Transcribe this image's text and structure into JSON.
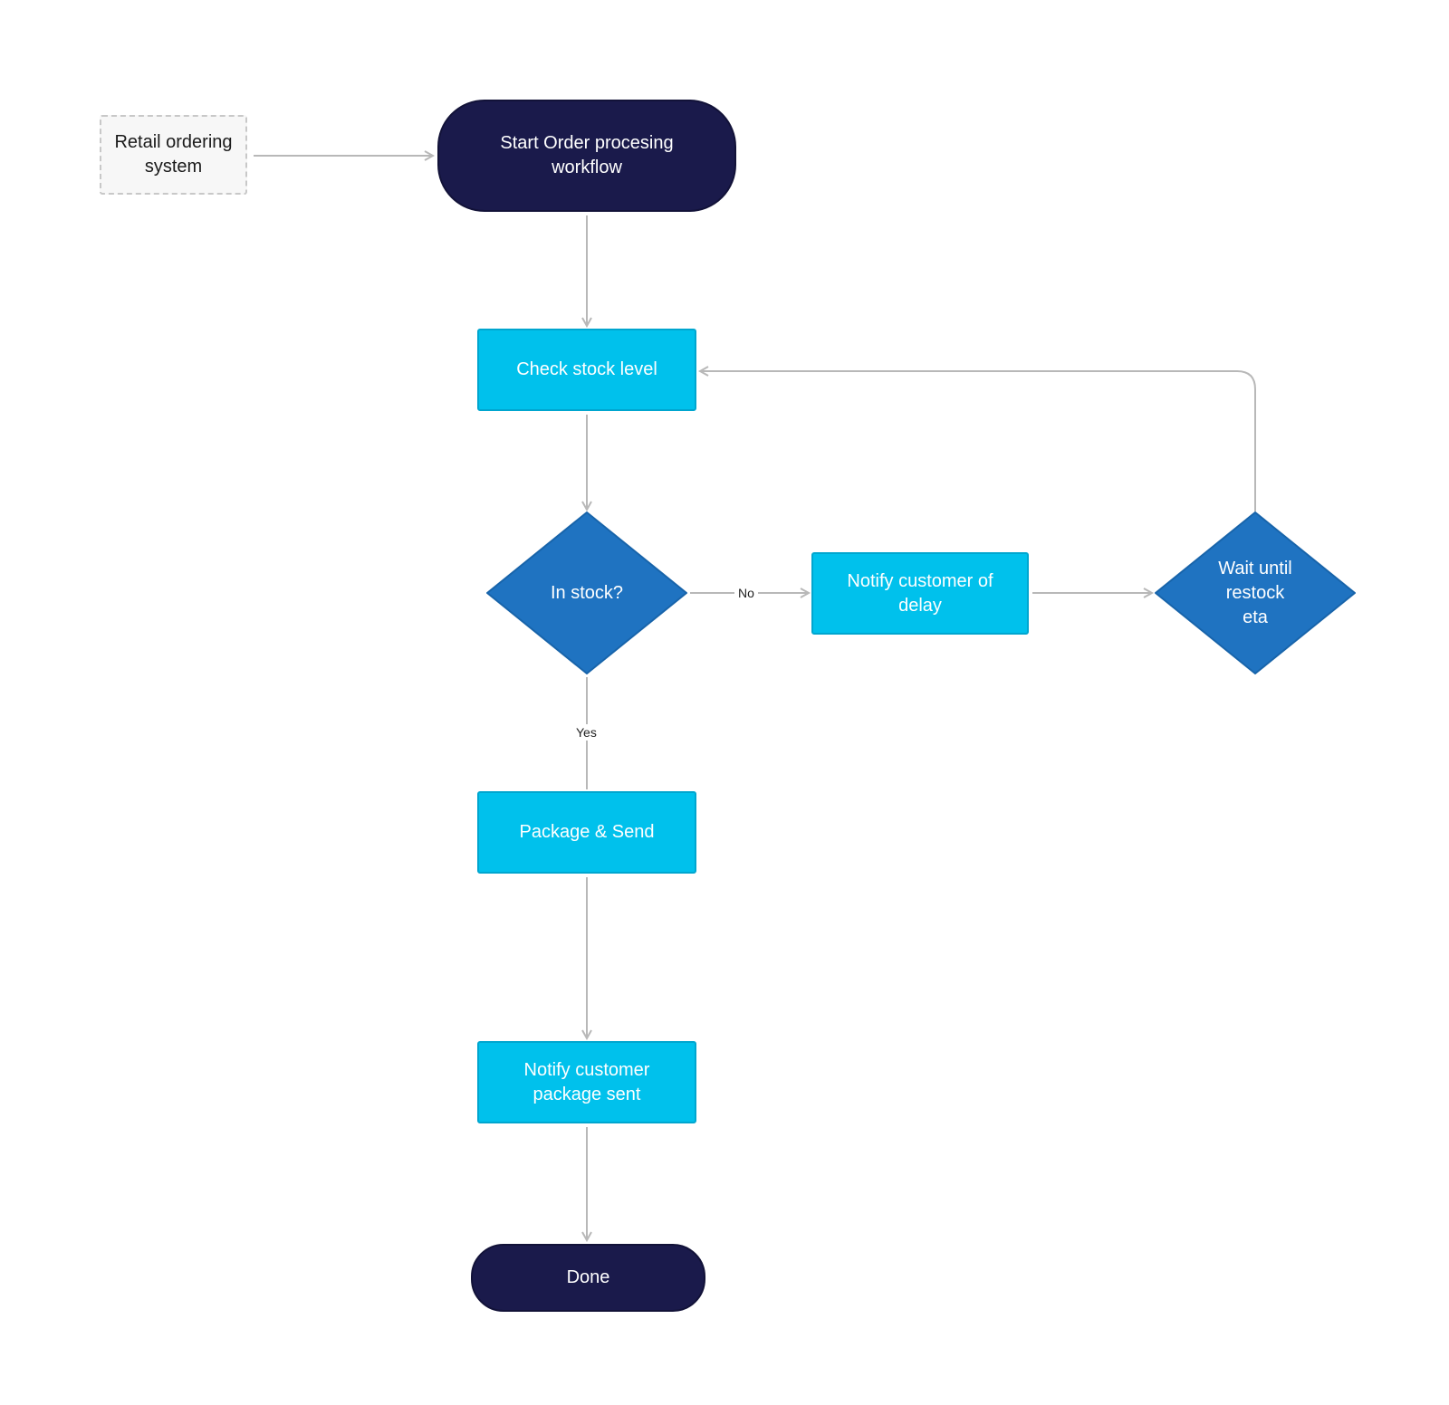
{
  "colors": {
    "terminal": "#1a1a4b",
    "process": "#00c1ec",
    "decision": "#1f73c1",
    "connector": "#b8b8b8",
    "external_border": "#c8c8c8"
  },
  "nodes": {
    "external": "Retail ordering\nsystem",
    "start": "Start Order procesing\nworkflow",
    "check_stock": "Check stock level",
    "in_stock": "In stock?",
    "notify_delay": "Notify customer of\ndelay",
    "wait_restock": "Wait until\nrestock\neta",
    "package_send": "Package & Send",
    "notify_sent": "Notify customer\npackage sent",
    "done": "Done"
  },
  "edges": {
    "no_label": "No",
    "yes_label": "Yes"
  }
}
